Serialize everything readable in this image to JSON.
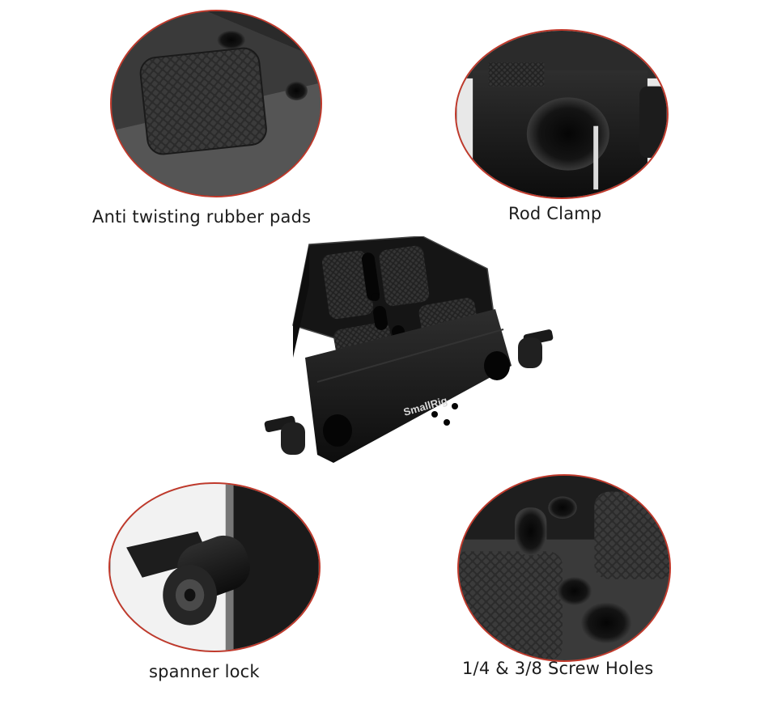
{
  "callouts": [
    {
      "id": "rubber-pads",
      "label": "Anti twisting rubber pads"
    },
    {
      "id": "rod-clamp",
      "label": "Rod Clamp"
    },
    {
      "id": "spanner-lock",
      "label": "spanner lock"
    },
    {
      "id": "screw-holes",
      "label": "1/4 & 3/8 Screw Holes"
    }
  ],
  "product": {
    "brand": "SmallRig"
  },
  "colors": {
    "ring": "#c0392b",
    "metal": "#1a1a1a",
    "pad": "#2c2c2c",
    "text": "#1c1c1c",
    "background": "#ffffff"
  }
}
